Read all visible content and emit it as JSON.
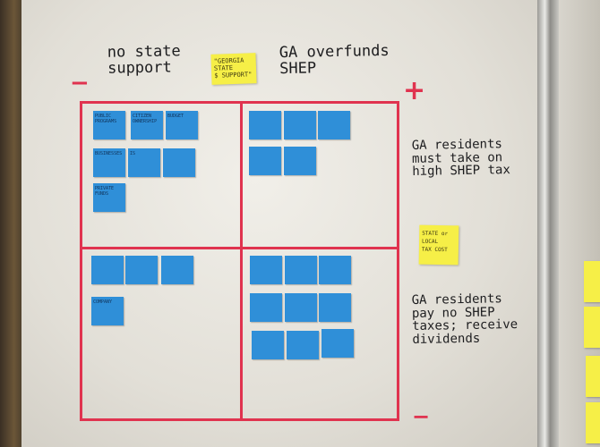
{
  "labels": {
    "top_left": [
      "no state",
      "support"
    ],
    "top_right": [
      "GA overfunds",
      "SHEP"
    ],
    "right_upper": [
      "GA residents",
      "must take on",
      "high SHEP tax"
    ],
    "right_lower": [
      "GA residents",
      "pay no SHEP",
      "taxes; receive",
      "dividends"
    ]
  },
  "yellow_notes": {
    "georgia": [
      "\"GEORGIA",
      "STATE",
      "$ SUPPORT\""
    ],
    "state_local": [
      "STATE or",
      "LOCAL",
      "TAX COST"
    ]
  },
  "marks": {
    "minus_top": "−",
    "plus_top": "+",
    "minus_bottom": "−"
  },
  "colors": {
    "marker_red": "#e0334f",
    "note_blue": "#2f8fd8",
    "note_yellow": "#f6ef47",
    "board": "#ecebe5"
  },
  "blue_notes": {
    "q1": [
      "PUBLIC PROGRAMS",
      "CITIZEN OWNERSHIP",
      "BUDGET",
      "BUSINESSES",
      "IS",
      "",
      "PRIVATE FUNDS"
    ],
    "q2": [
      "",
      "",
      "",
      "",
      ""
    ],
    "q3": [
      "",
      "",
      "",
      "COMPANY"
    ],
    "q4": [
      "",
      "",
      "",
      "",
      "",
      "",
      "",
      "",
      ""
    ]
  }
}
